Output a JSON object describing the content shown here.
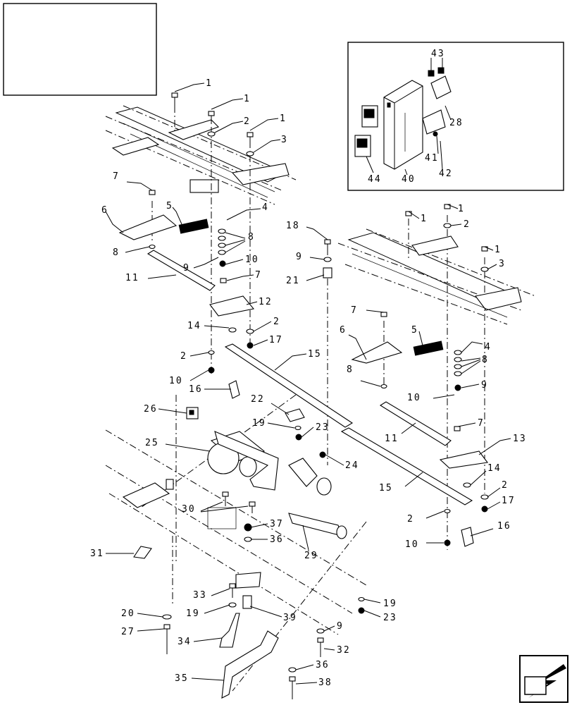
{
  "labels": {
    "c1": "1",
    "c2": "1",
    "c3": "1",
    "c4": "2",
    "c5": "3",
    "c6": "7",
    "c7": "6",
    "c8": "5",
    "c9": "4",
    "c10": "8",
    "c11": "8",
    "c12": "9",
    "c13": "10",
    "c14": "11",
    "c15": "7",
    "c16": "12",
    "c17": "14",
    "c18": "2",
    "c19": "17",
    "c20": "2",
    "c21": "10",
    "c22": "16",
    "c23": "15",
    "c24": "18",
    "c25": "9",
    "c26": "21",
    "r1": "1",
    "r2": "1",
    "r3": "2",
    "r4": "1",
    "r5": "3",
    "r6": "7",
    "r7": "6",
    "r8": "5",
    "r9": "4",
    "r10": "8",
    "r11": "8",
    "r12": "9",
    "r13": "10",
    "r14": "11",
    "r15": "7",
    "r16": "13",
    "r17": "14",
    "r18": "15",
    "r19": "2",
    "r20": "17",
    "r21": "2",
    "r22": "16",
    "r23": "10",
    "b1": "26",
    "b2": "22",
    "b3": "19",
    "b4": "23",
    "b5": "25",
    "b6": "24",
    "b7": "30",
    "b8": "37",
    "b9": "36",
    "b10": "31",
    "b11": "29",
    "b12": "33",
    "b13": "19",
    "b14": "39",
    "b15": "19",
    "b16": "23",
    "b17": "20",
    "b18": "27",
    "b19": "34",
    "b20": "9",
    "b21": "32",
    "b22": "36",
    "b23": "35",
    "b24": "38",
    "i1": "43",
    "i2": "28",
    "i3": "41",
    "i4": "42",
    "i5": "44",
    "i6": "40"
  }
}
